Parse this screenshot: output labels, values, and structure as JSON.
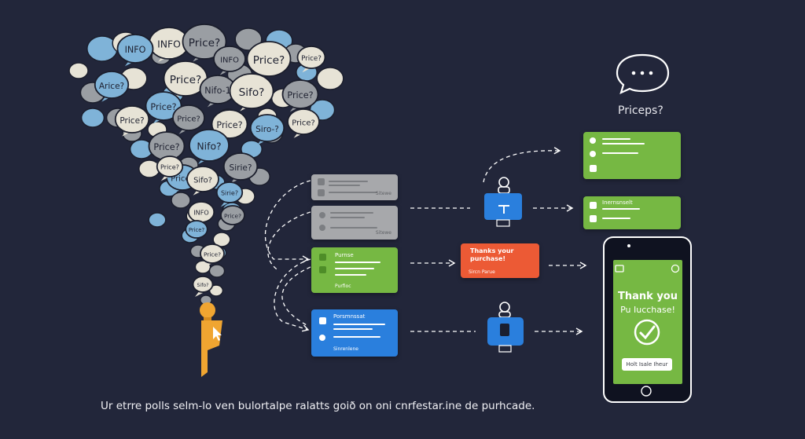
{
  "colors": {
    "background": "#22263a",
    "gray_card": "#a7a8ab",
    "green_card": "#76b843",
    "blue_card": "#2a7fdd",
    "red_card": "#ec5a35",
    "funnel_blue": "#7fb3d8",
    "funnel_cream": "#e7e3d6",
    "funnel_gray": "#9a9ea3",
    "orange": "#f0a531"
  },
  "funnel": {
    "bubble_labels": [
      "INFO",
      "Price?",
      "INFO",
      "Price?",
      "INFO",
      "Price?",
      "Aricе?",
      "Price?",
      "Nifo-1",
      "Sifo?",
      "Price?",
      "Price?",
      "Price?",
      "Price?",
      "Price?",
      "Siro-?",
      "Price?",
      "Price?",
      "Nifo?",
      "Price?",
      "Sirie?",
      "Sifo?",
      "Sirie?",
      "Price?",
      "INFO",
      "Price?",
      "Price?",
      "Price?",
      "Sifo?"
    ],
    "icons": [
      "lightbulb-icon",
      "cursor-icon"
    ]
  },
  "question": {
    "label": "Priceps?",
    "icon": "chat-bubble-icon"
  },
  "cards": {
    "gray1": {
      "tag": "Sitewe"
    },
    "gray2": {
      "tag": "Sitewe"
    },
    "green_mid": {
      "title": "Purnse",
      "tag": "Purfioc"
    },
    "blue_bottom": {
      "title": "Porsmnssat",
      "tag": "Sinrenlene"
    },
    "red": {
      "title": "Thanks your purchase!",
      "tag": "Sircn Parue"
    },
    "green_top": {
      "icon": "check-icon"
    },
    "green_small": {
      "title": "Inernsnselt"
    }
  },
  "agents": {
    "top": {
      "icon": "headset-agent-icon"
    },
    "bottom": {
      "icon": "headset-agent-icon"
    }
  },
  "phone": {
    "thank_line1": "Thank you",
    "thank_line2": "Pu Iucchase!",
    "button": "Holt Isale Iheur",
    "check_icon": "check-circle-icon"
  },
  "caption": "Ur etrre polls selm-lo ven bulortalpe ralatts goið on oni cnrfestar.ine de purhcade."
}
